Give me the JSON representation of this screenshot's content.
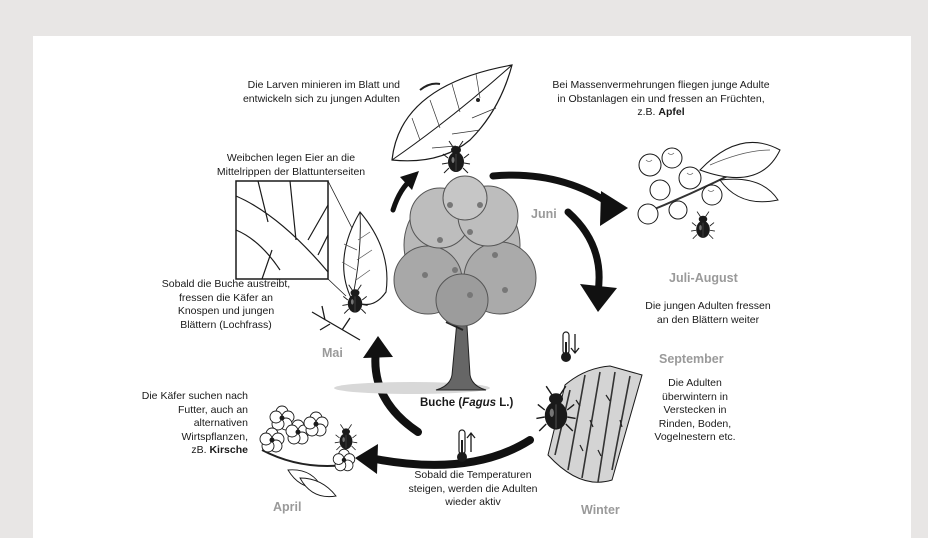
{
  "months": {
    "juni": "Juni",
    "juli_august": "Juli-August",
    "september": "September",
    "winter": "Winter",
    "april": "April",
    "mai": "Mai"
  },
  "center": {
    "prefix": "Buche (",
    "species": "Fagus",
    "suffix": " L.)"
  },
  "annotations": {
    "larvae": [
      "Die Larven minieren im Blatt und",
      "entwickeln sich zu jungen Adulten"
    ],
    "mass": [
      "Bei Massenvermehrungen fliegen junge Adulte",
      "in Obstanlagen ein und fressen an Früchten,"
    ],
    "mass_example_prefix": "z.B. ",
    "mass_example_bold": "Apfel",
    "eggs": [
      "Weibchen legen Eier an die",
      "Mittelrippen der Blattunterseiten"
    ],
    "leaves": [
      "Die jungen Adulten fressen",
      "an den Blättern weiter"
    ],
    "sprout": [
      "Sobald die Buche austreibt,",
      "fressen die Käfer an",
      "Knospen und jungen",
      "Blättern (Lochfrass)"
    ],
    "overwinter": [
      "Die Adulten",
      "überwintern in",
      "Verstecken in",
      "Rinden, Boden,",
      "Vogelnestern etc."
    ],
    "food": [
      "Die Käfer suchen nach",
      "Futter, auch an",
      "alternativen",
      "Wirtspflanzen,"
    ],
    "food_example_prefix": "zB. ",
    "food_example_bold": "Kirsche",
    "temperature": [
      "Sobald die Temperaturen",
      "steigen, werden die Adulten",
      "wieder aktiv"
    ]
  },
  "colors": {
    "background": "#e8e6e5",
    "card": "#ffffff",
    "text": "#1a1a1a",
    "month_label": "#9a9a9a",
    "arrow": "#111111"
  },
  "icons": [
    "beech-tree-icon",
    "mined-leaf-icon",
    "apple-branch-icon",
    "leaf-vein-detail-icon",
    "leaf-with-beetle-icon",
    "twig-icon",
    "bark-with-beetle-icon",
    "cherry-blossom-icon",
    "thermometer-down-icon",
    "thermometer-up-icon",
    "beetle-icon"
  ]
}
